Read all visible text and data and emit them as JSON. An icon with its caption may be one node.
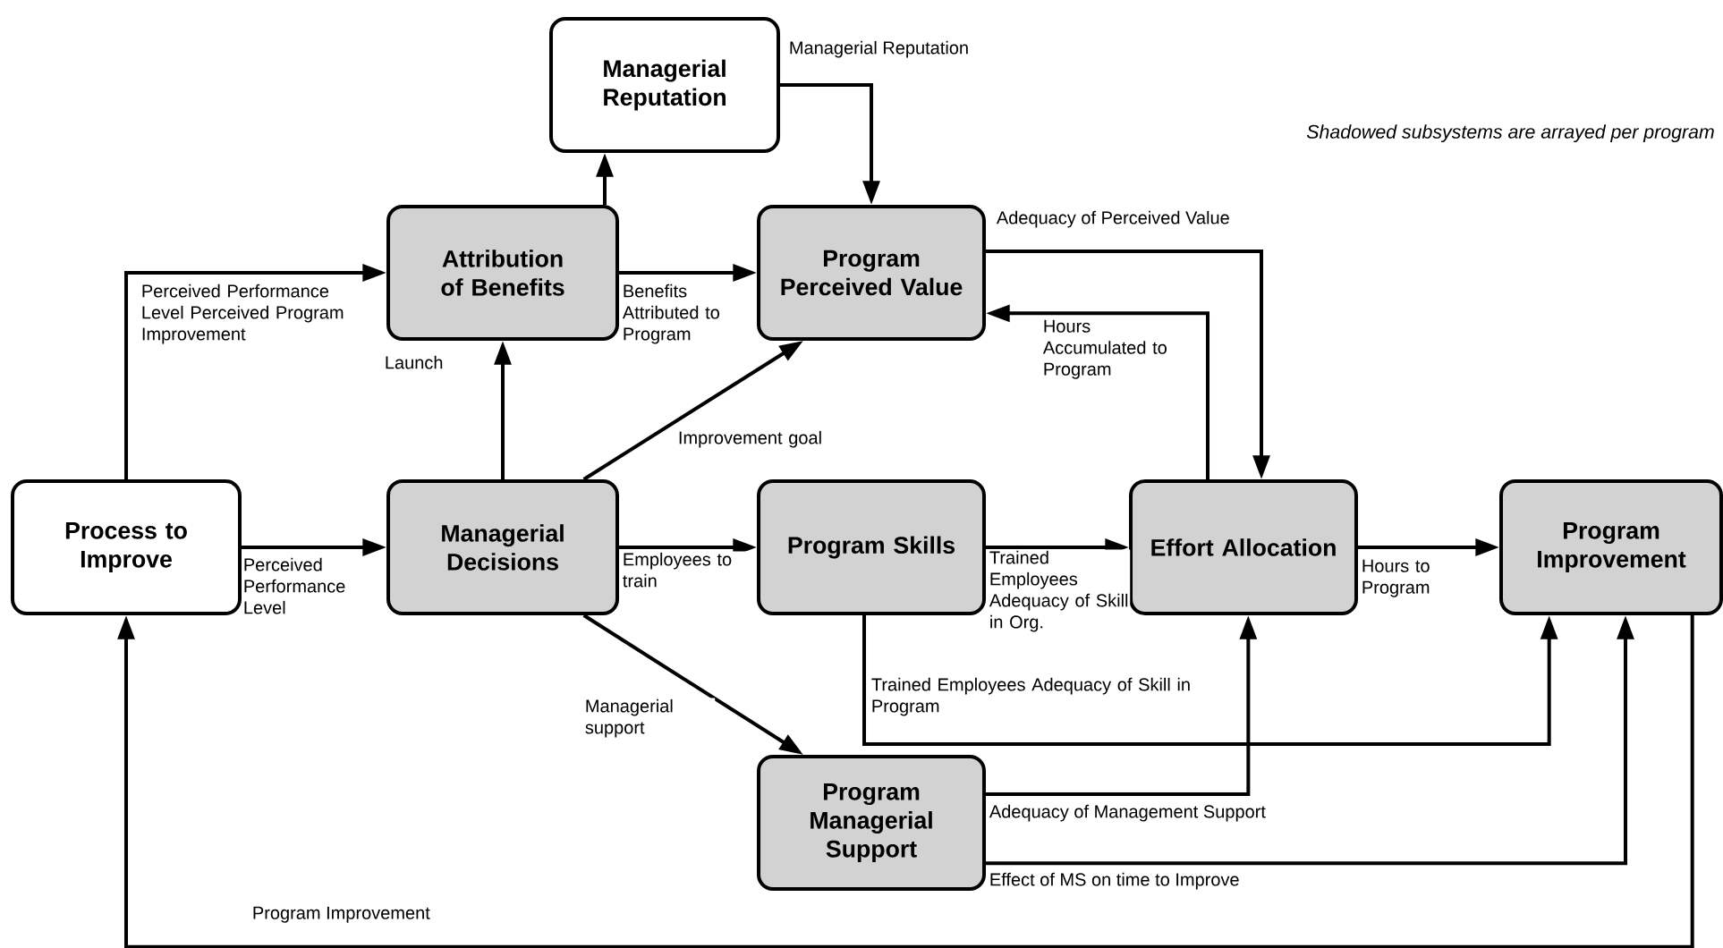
{
  "diagram": {
    "nodes": [
      {
        "text": [
          "Managerial Reputation"
        ]
      },
      {
        "text": [
          "Attribution of Benefits"
        ]
      },
      {
        "text": [
          "Program Perceived Value"
        ]
      },
      {
        "text": [
          "Process to Improve"
        ]
      },
      {
        "text": [
          "Managerial Decisions"
        ]
      },
      {
        "text": [
          "Program Skills"
        ]
      },
      {
        "text": [
          "Effort Allocation"
        ]
      },
      {
        "text": [
          "Program Improvement"
        ]
      },
      {
        "text": [
          "Program Managerial Support"
        ]
      }
    ],
    "edges": [
      {
        "from": 3,
        "to": 1,
        "arrow": "to",
        "label": "Perceived Performance Level Perceived Program Improvement"
      },
      {
        "from": 3,
        "to": 4,
        "arrow": "to",
        "label": "Perceived Performance Level"
      },
      {
        "from": 4,
        "to": 1,
        "arrow": "to",
        "label": "Launch"
      },
      {
        "from": 1,
        "to": 2,
        "arrow": "to",
        "label": "Benefits Attributed to Program"
      },
      {
        "from": 1,
        "to": 0,
        "arrow": "to"
      },
      {
        "from": 0,
        "to": 2,
        "arrow": "to",
        "label": "Managerial Reputation"
      },
      {
        "from": 4,
        "to": 2,
        "arrow": "to",
        "label": "Improvement goal"
      },
      {
        "from": 4,
        "to": 5,
        "arrow": "to",
        "label": "Employees to train"
      },
      {
        "from": 4,
        "to": 8,
        "arrow": "to",
        "label": "Managerial support"
      },
      {
        "from": 2,
        "to": 6,
        "arrow": "to",
        "label": "Adequacy of Perceived Value"
      },
      {
        "from": 6,
        "to": 2,
        "arrow": "to",
        "label": "Hours Accumulated to Program"
      },
      {
        "from": 5,
        "to": 6,
        "arrow": "to",
        "label": "Trained Employees Adequacy of Skill in Org."
      },
      {
        "from": 5,
        "to": 7,
        "arrow": "to",
        "label": "Trained Employees Adequacy of Skill in Program"
      },
      {
        "from": 8,
        "to": 6,
        "arrow": "to",
        "label": "Adequacy of Management Support"
      },
      {
        "from": 8,
        "to": 7,
        "arrow": "to",
        "label": "Effect of MS on time to Improve"
      },
      {
        "from": 6,
        "to": 7,
        "arrow": "to",
        "label": "Hours to Program"
      },
      {
        "from": 7,
        "to": 3,
        "arrow": "to",
        "label": "Program Improvement"
      }
    ],
    "labels": [
      "Shadowed subsystems are arrayed per program"
    ]
  }
}
